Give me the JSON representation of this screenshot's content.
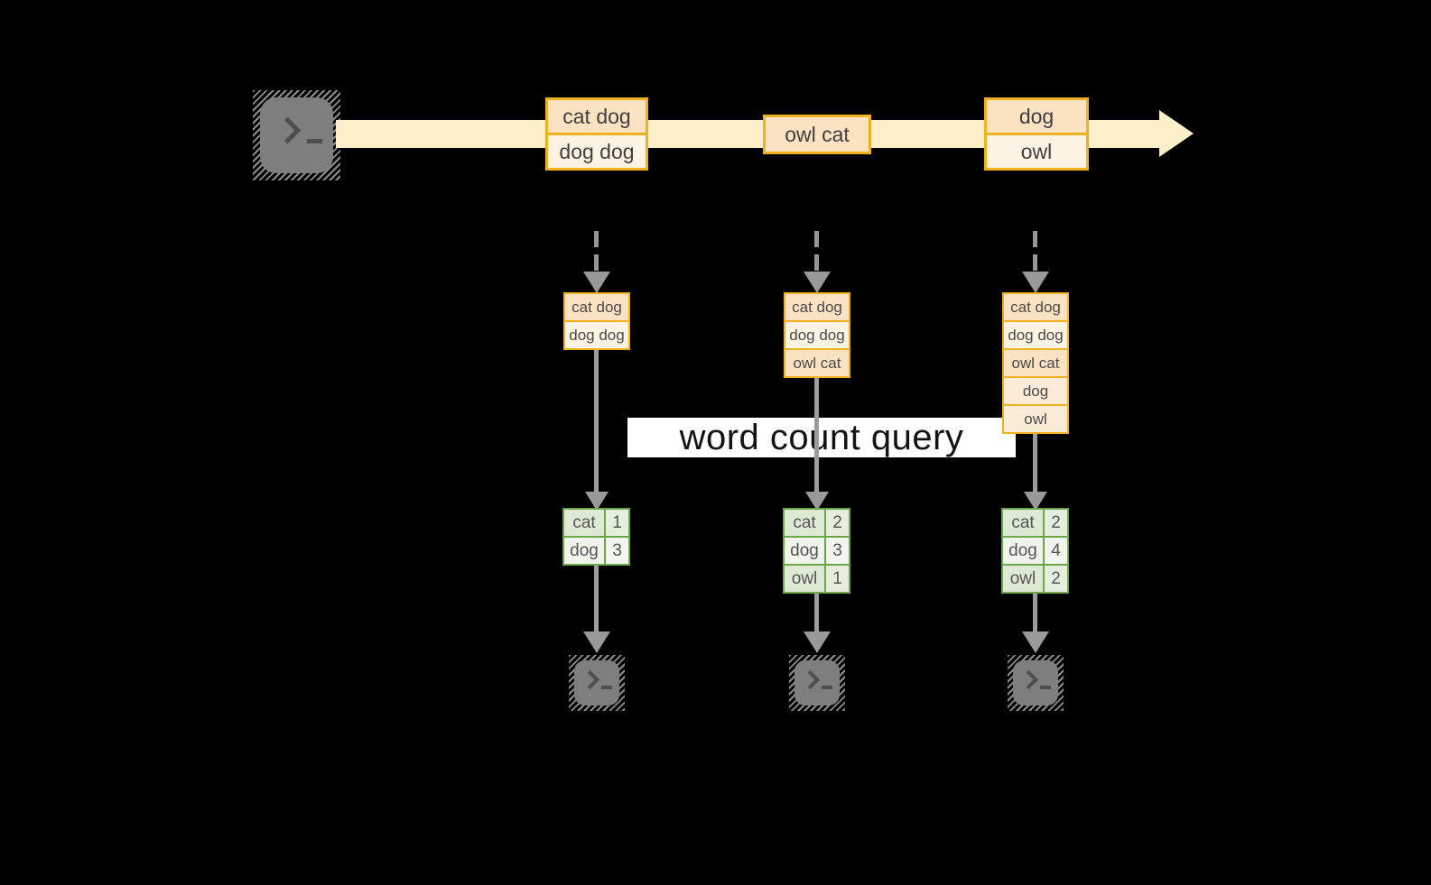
{
  "query_banner": {
    "label": "word count query"
  },
  "stream": {
    "source_icon": "terminal-prompt",
    "messages": [
      {
        "lines": [
          "cat dog",
          "dog dog"
        ]
      },
      {
        "lines": [
          "owl cat"
        ]
      },
      {
        "lines": [
          "dog",
          "owl"
        ]
      }
    ]
  },
  "columns": [
    {
      "buffer": [
        "cat dog",
        "dog dog"
      ],
      "counts": {
        "rows": [
          {
            "word": "cat",
            "count": "1"
          },
          {
            "word": "dog",
            "count": "3"
          }
        ]
      },
      "output_icon": "terminal-prompt"
    },
    {
      "buffer": [
        "cat dog",
        "dog dog",
        "owl cat"
      ],
      "counts": {
        "rows": [
          {
            "word": "cat",
            "count": "2"
          },
          {
            "word": "dog",
            "count": "3"
          },
          {
            "word": "owl",
            "count": "1"
          }
        ]
      },
      "output_icon": "terminal-prompt"
    },
    {
      "buffer": [
        "cat dog",
        "dog dog",
        "owl cat",
        "dog",
        "owl"
      ],
      "counts": {
        "rows": [
          {
            "word": "cat",
            "count": "2"
          },
          {
            "word": "dog",
            "count": "4"
          },
          {
            "word": "owl",
            "count": "2"
          }
        ]
      },
      "output_icon": "terminal-prompt"
    }
  ],
  "colors": {
    "background": "#000000",
    "stream_band": "#fdf0cb",
    "accent_orange": "#f0b11f",
    "peach_dark": "#fae2c2",
    "peach_cream": "#fdf3e3",
    "accent_green": "#6ca64d",
    "connector_gray": "#9c9c9c"
  }
}
